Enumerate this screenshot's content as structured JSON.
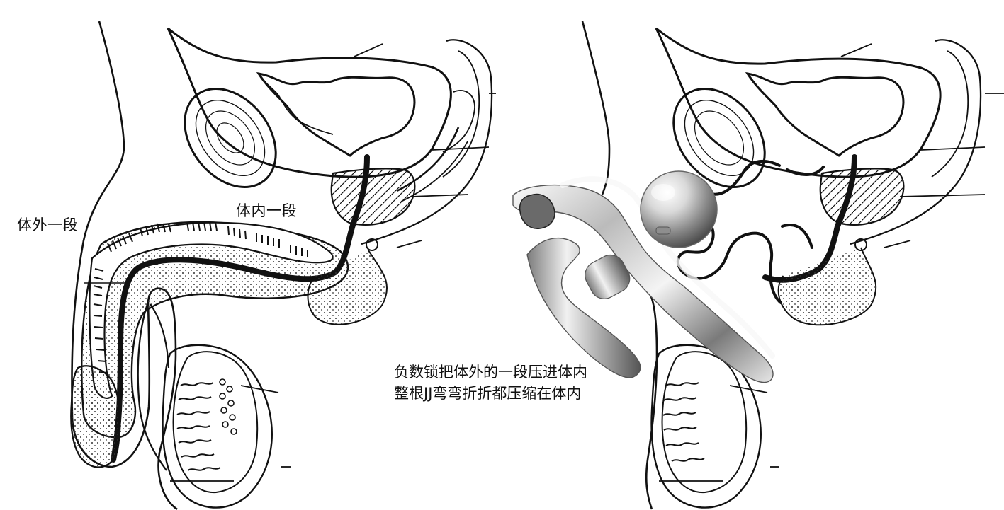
{
  "labels": {
    "outer_segment": "体外一段",
    "inner_segment": "体内一段"
  },
  "caption": {
    "line1": "负数锁把体外的一段压进体内",
    "line2": "整根JJ弯弯折折都压缩在体内"
  },
  "colors": {
    "line": "#111111",
    "dot": "#333333",
    "background": "#ffffff",
    "metal_light": "#f4f4f4",
    "metal_mid": "#bdbdbd",
    "metal_dark": "#6f6f6f"
  },
  "icons": {
    "left_panel": "anatomy-diagram-original",
    "right_panel": "anatomy-diagram-with-device"
  }
}
